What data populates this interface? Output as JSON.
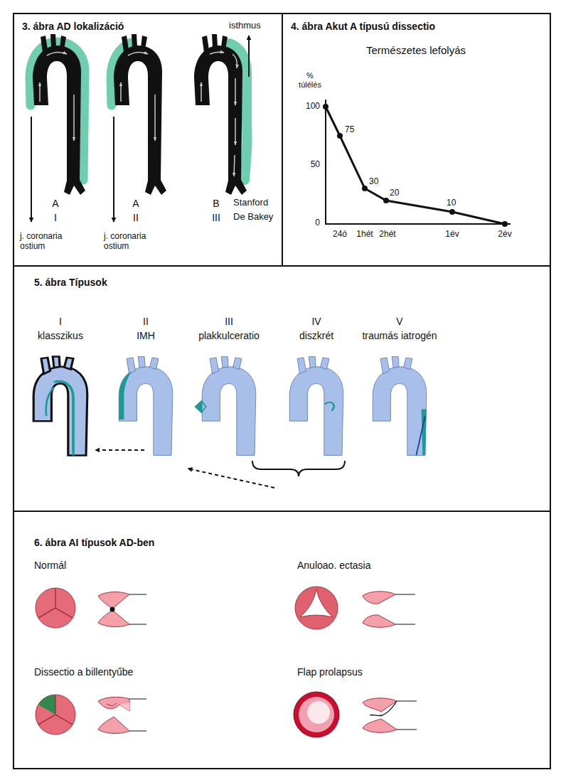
{
  "diagram": {
    "nodes": [
      {
        "text": [
          "3. ábra  AD lokalizáció"
        ]
      },
      {
        "text": [
          "4. ábra  Akut A típusú dissectio"
        ]
      },
      {
        "text": [
          "5. ábra  Típusok"
        ]
      },
      {
        "text": [
          "6. ábra  AI típusok AD-ben"
        ]
      }
    ],
    "labels": [
      "isthmus",
      "A",
      "I",
      "A",
      "II",
      "B",
      "III",
      "Stanford",
      "De Bakey",
      "j. coronaria ostium",
      "j. coronaria ostium",
      "Természetes lefolyás",
      "% túlélés",
      "100",
      "50",
      "0",
      "75",
      "30",
      "20",
      "10",
      "24ó",
      "1hét",
      "2hét",
      "1év",
      "2év",
      "I",
      "klasszikus",
      "II",
      "IMH",
      "III",
      "plakkulceratio",
      "IV",
      "diszkrét",
      "V",
      "traumás iatrogén",
      "Normál",
      "Anuloao. ectasia",
      "Dissectio a billentyűbe",
      "Flap prolapsus"
    ]
  }
}
